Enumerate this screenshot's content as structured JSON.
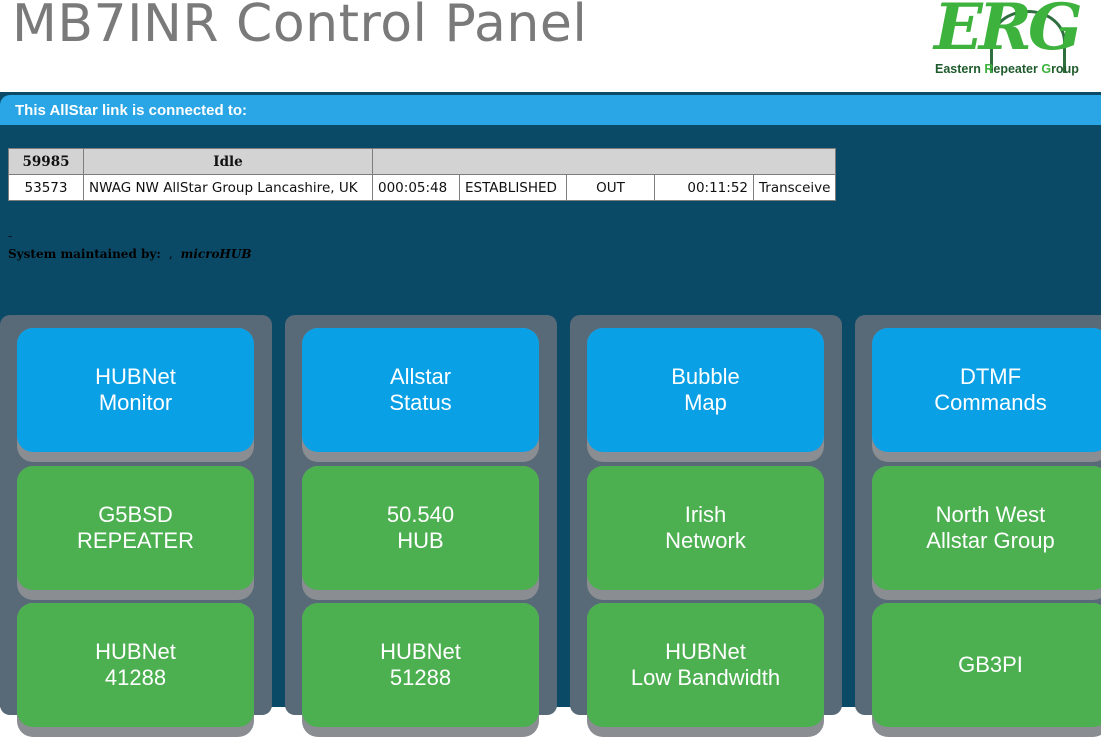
{
  "header": {
    "title": "MB7INR Control Panel",
    "logo": {
      "mark": "ERG",
      "subtitle_parts": [
        "Eastern ",
        "R",
        "epeater ",
        "G",
        "roup"
      ]
    }
  },
  "connection": {
    "bar_label": "This AllStar link is connected to:",
    "table": {
      "header": {
        "node": "59985",
        "status": "Idle"
      },
      "rows": [
        {
          "node": "53573",
          "description": "NWAG NW AllStar Group Lancashire, UK",
          "time": "000:05:48",
          "state": "ESTABLISHED",
          "direction": "OUT",
          "keyed": "00:11:52",
          "mode": "Transceive"
        }
      ]
    }
  },
  "footer_note": {
    "dash": "-",
    "label": "System maintained by:",
    "separator": ",",
    "hub": "microHUB"
  },
  "colors": {
    "blue_tile": "#0aa0e6",
    "green_tile": "#4caf50",
    "background": "#0b4a67",
    "bar": "#2aa5e6"
  },
  "tiles": [
    [
      {
        "label": "HUBNet\nMonitor",
        "color": "blue"
      },
      {
        "label": "G5BSD\nREPEATER",
        "color": "green"
      },
      {
        "label": "HUBNet\n41288",
        "color": "green"
      }
    ],
    [
      {
        "label": "Allstar\nStatus",
        "color": "blue"
      },
      {
        "label": "50.540\nHUB",
        "color": "green"
      },
      {
        "label": "HUBNet\n51288",
        "color": "green"
      }
    ],
    [
      {
        "label": "Bubble\nMap",
        "color": "blue"
      },
      {
        "label": "Irish\nNetwork",
        "color": "green"
      },
      {
        "label": "HUBNet\nLow Bandwidth",
        "color": "green"
      }
    ],
    [
      {
        "label": "DTMF\nCommands",
        "color": "blue"
      },
      {
        "label": "North West\nAllstar Group",
        "color": "green"
      },
      {
        "label": "GB3PI",
        "color": "green"
      }
    ]
  ]
}
